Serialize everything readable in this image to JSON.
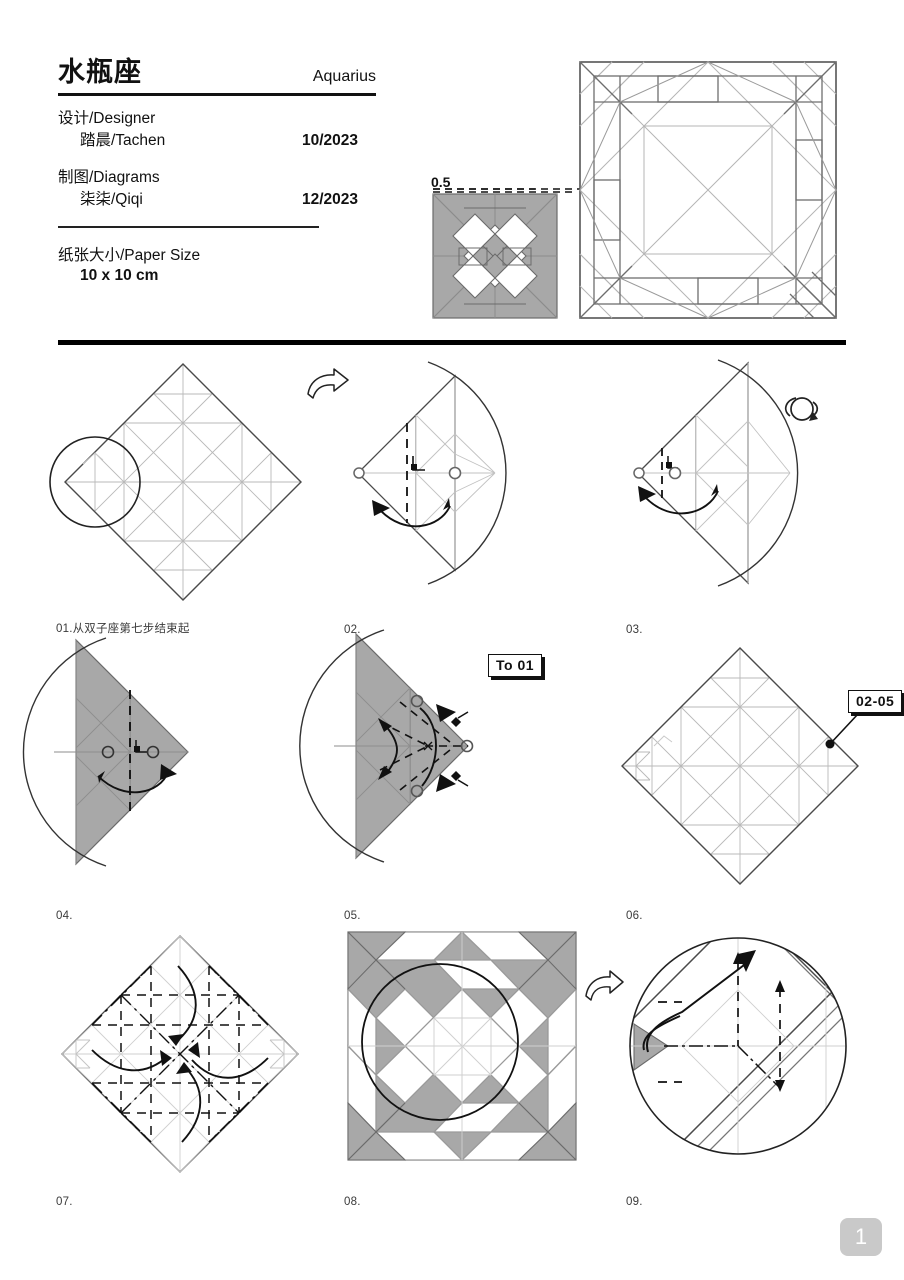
{
  "header": {
    "title_cn": "水瓶座",
    "title_en": "Aquarius",
    "designer_label": "设计/Designer",
    "designer_name": "踏晨/Tachen",
    "designer_date": "10/2023",
    "diagrams_label": "制图/Diagrams",
    "diagrams_name": "柒柒/Qiqi",
    "diagrams_date": "12/2023",
    "paper_label": "纸张大小/Paper Size",
    "paper_size": "10 x 10 cm"
  },
  "preview": {
    "dimension_label": "0.5",
    "model_name": "finished-model-thumbnail",
    "crease_pattern_name": "crease-pattern-thumbnail"
  },
  "steps": [
    {
      "id": "01",
      "caption": "01.从双子座第七步结束起",
      "callout": null,
      "icon": "magnify-arrow-icon"
    },
    {
      "id": "02",
      "caption": "02.",
      "callout": null,
      "icon": null
    },
    {
      "id": "03",
      "caption": "03.",
      "callout": null,
      "icon": "turn-over-icon"
    },
    {
      "id": "04",
      "caption": "04.",
      "callout": null,
      "icon": null
    },
    {
      "id": "05",
      "caption": "05.",
      "callout": "To 01",
      "icon": null
    },
    {
      "id": "06",
      "caption": "06.",
      "callout": "02-05",
      "icon": null
    },
    {
      "id": "07",
      "caption": "07.",
      "callout": null,
      "icon": null
    },
    {
      "id": "08",
      "caption": "08.",
      "callout": null,
      "icon": "magnify-arrow-icon"
    },
    {
      "id": "09",
      "caption": "09.",
      "callout": null,
      "icon": null
    }
  ],
  "page_number": "1",
  "colors": {
    "paper_front": "#ffffff",
    "paper_back": "#a8a8a8",
    "crease_light": "#b8b8b8",
    "edge_dark": "#4a4a4a",
    "ink": "#111111",
    "badge_bg": "#c9c9c9"
  }
}
